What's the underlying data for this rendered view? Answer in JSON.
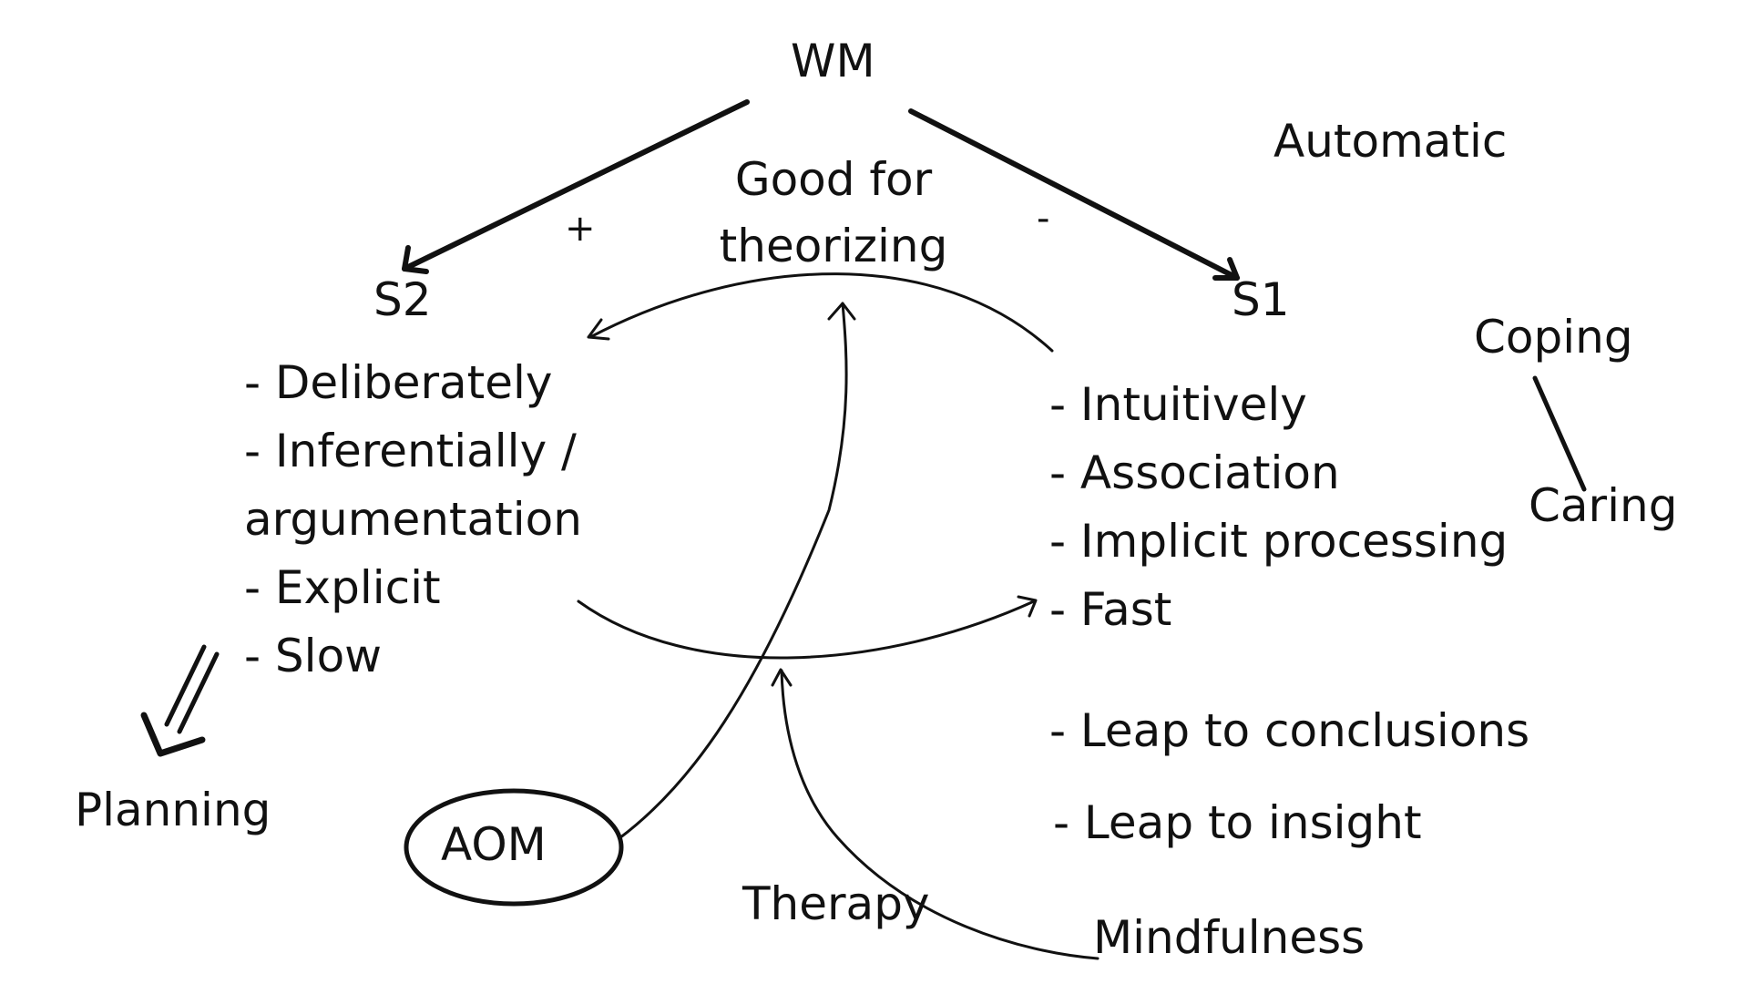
{
  "nodes": {
    "wm": "WM",
    "s2": "S2",
    "s1": "S1",
    "automatic": "Automatic",
    "good_for_theorizing": [
      "Good for",
      "theorizing"
    ],
    "plus_sign": "+",
    "minus_sign": "-",
    "coping": "Coping",
    "caring": "Caring",
    "planning": "Planning",
    "aom": "AOM",
    "therapy": "Therapy",
    "mindfulness": "Mindfulness"
  },
  "s2_traits": [
    "- Deliberately",
    "- Inferentially /",
    "argumentation",
    "- Explicit",
    "- Slow"
  ],
  "s1_traits": [
    "- Intuitively",
    "- Association",
    "- Implicit processing",
    "- Fast"
  ],
  "s1_leaps": [
    "- Leap to conclusions",
    "- Leap to insight"
  ],
  "colors": {
    "ink": "#111111",
    "background": "#ffffff"
  }
}
